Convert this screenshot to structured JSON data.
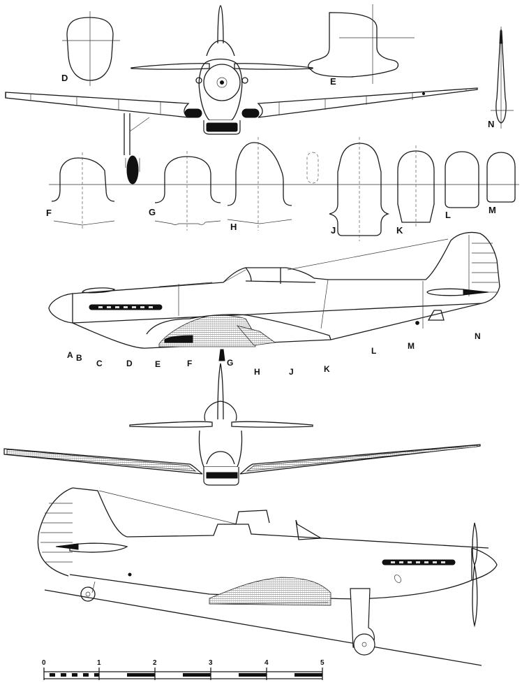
{
  "drawing": {
    "subject": "single-engine fighter aircraft four-view drawing",
    "views": [
      "front-view",
      "left-side-profile",
      "top-plan-from-front",
      "right-side-profile-on-ground"
    ]
  },
  "cross_sections": {
    "top_row": [
      {
        "id": "D",
        "label": "D"
      },
      {
        "id": "E",
        "label": "E"
      },
      {
        "id": "N",
        "label": "N"
      }
    ],
    "middle_row": [
      {
        "id": "F",
        "label": "F"
      },
      {
        "id": "G",
        "label": "G"
      },
      {
        "id": "H",
        "label": "H"
      },
      {
        "id": "J",
        "label": "J"
      },
      {
        "id": "K",
        "label": "K"
      },
      {
        "id": "L",
        "label": "L"
      },
      {
        "id": "M",
        "label": "M"
      }
    ]
  },
  "station_markers": [
    "A",
    "B",
    "C",
    "D",
    "E",
    "F",
    "G",
    "H",
    "J",
    "K",
    "L",
    "M",
    "N"
  ],
  "scale_bar": {
    "ticks": [
      "0",
      "1",
      "2",
      "3",
      "4",
      "5"
    ],
    "unit_hint": "metres"
  },
  "colors": {
    "ink": "#1a1a1a",
    "paper": "#ffffff"
  }
}
